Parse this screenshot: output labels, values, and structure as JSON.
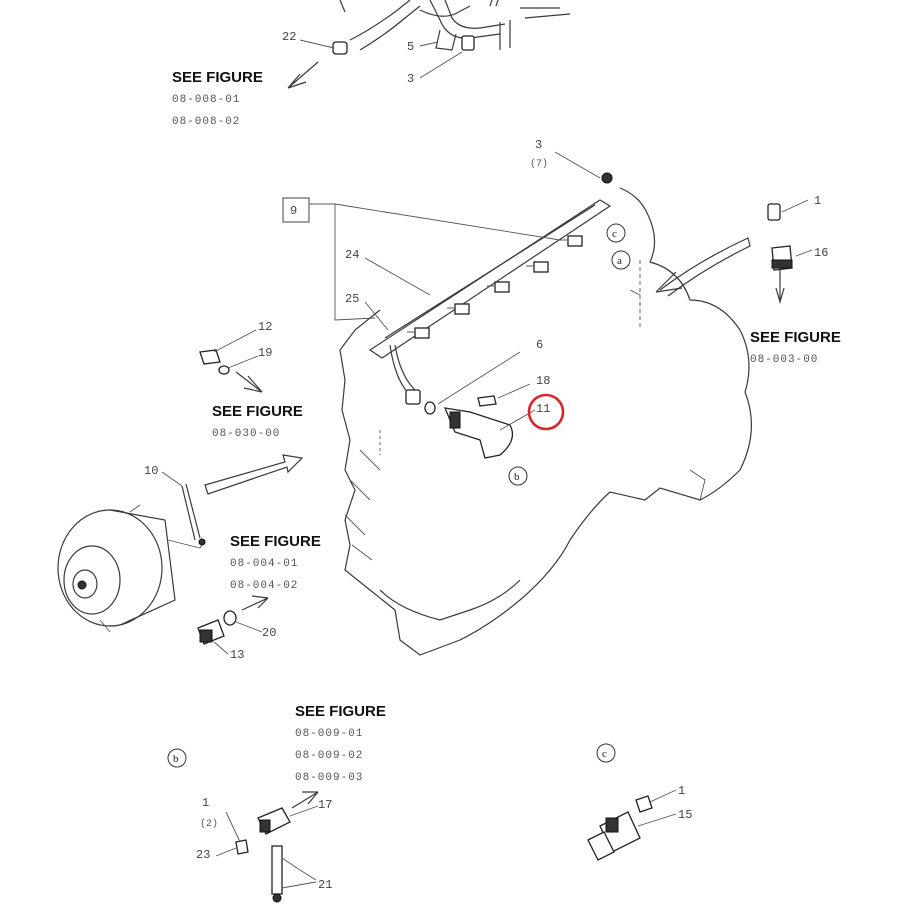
{
  "see_figure_label": "SEE FIGURE",
  "figure_refs": {
    "top_left": [
      "08-008-01",
      "08-008-02"
    ],
    "right": [
      "08-003-00"
    ],
    "mid_left": [
      "08-030-00"
    ],
    "alternator": [
      "08-004-01",
      "08-004-02"
    ],
    "bottom": [
      "08-009-01",
      "08-009-02",
      "08-009-03"
    ]
  },
  "callouts": {
    "n22": "22",
    "n5": "5",
    "n3_top": "3",
    "n3_mid": "3",
    "q3": "(7)",
    "n9": "9",
    "n24": "24",
    "n25": "25",
    "n6": "6",
    "n18": "18",
    "n11": "11",
    "n1_right": "1",
    "n16": "16",
    "n12": "12",
    "n19": "19",
    "n10": "10",
    "n20": "20",
    "n13": "13",
    "n1_bottom": "1",
    "q1": "(2)",
    "n17": "17",
    "n23": "23",
    "n21": "21",
    "n1_c": "1",
    "n15": "15"
  },
  "view_markers": {
    "b": "b",
    "c": "c",
    "a": "a"
  },
  "highlight": {
    "target": "11",
    "color": "#d9252b"
  }
}
